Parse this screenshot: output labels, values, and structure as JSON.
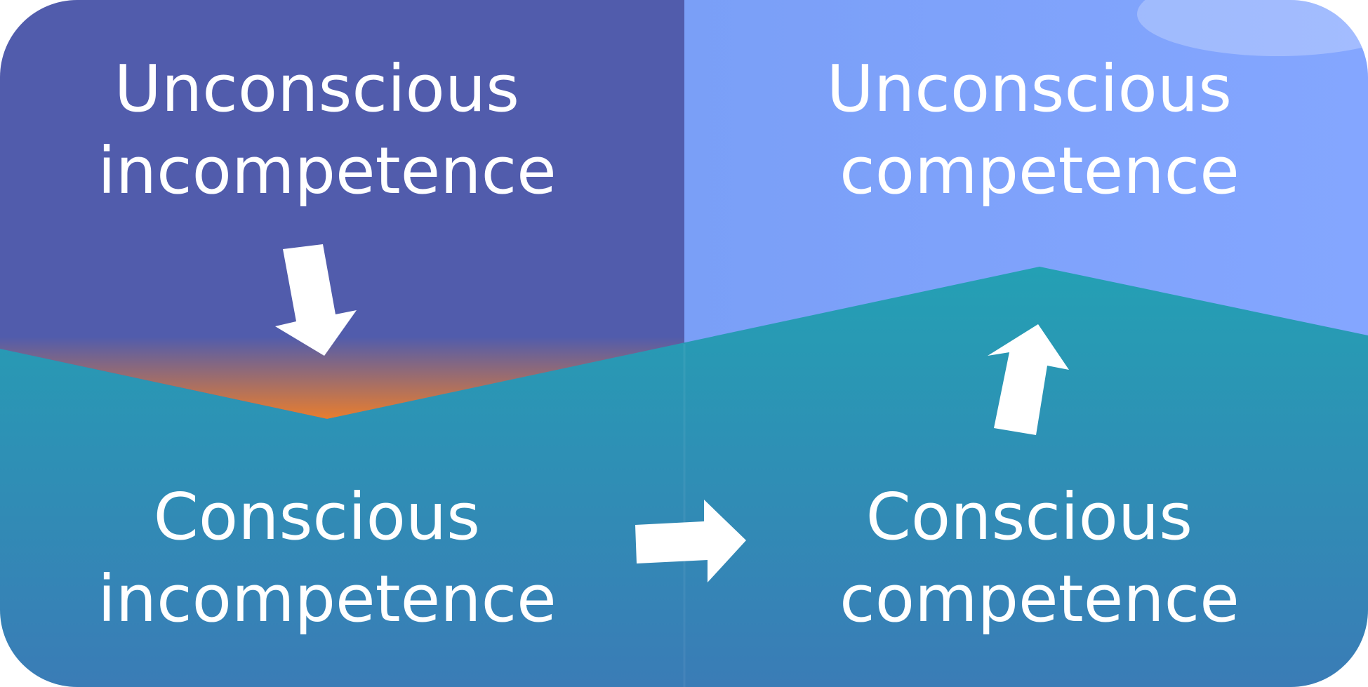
{
  "quadrants": {
    "unconscious_incompetence": {
      "line1": "Unconscious",
      "line2": "incompetence"
    },
    "unconscious_competence": {
      "line1": "Unconscious",
      "line2": "competence"
    },
    "conscious_incompetence": {
      "line1": "Conscious",
      "line2": "incompetence"
    },
    "conscious_competence": {
      "line1": "Conscious",
      "line2": "competence"
    }
  },
  "colors": {
    "top_left": "#515cac",
    "top_right": "#7fa2ff",
    "bottom_top": "#24a0b4",
    "bottom_bottom": "#3a7cb6",
    "dip_glow": "#f07f28",
    "arrows": "#ffffff"
  },
  "icons": {
    "arrow_1": "arrow-down",
    "arrow_2": "arrow-right",
    "arrow_3": "arrow-up"
  }
}
